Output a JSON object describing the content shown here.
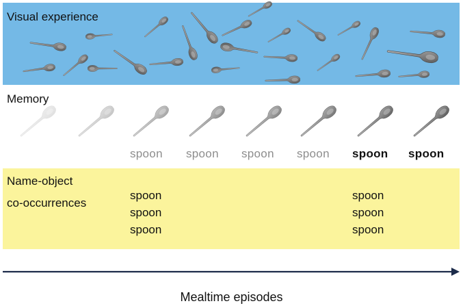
{
  "sections": {
    "visual_experience": "Visual experience",
    "memory": "Memory",
    "name_object_line1": "Name-object",
    "name_object_line2": "co-occurrences"
  },
  "memory_words": [
    "spoon",
    "spoon",
    "spoon",
    "spoon",
    "spoon",
    "spoon"
  ],
  "cooccurrence_groups": [
    [
      "spoon",
      "spoon",
      "spoon"
    ],
    [
      "spoon",
      "spoon",
      "spoon"
    ]
  ],
  "axis_label": "Mealtime episodes",
  "colors": {
    "visual_band": "#74b9e6",
    "names_band": "#fbf49c",
    "arrow": "#1c2b4a",
    "faded_text": "#8d8d8d"
  },
  "icons": {
    "spoon": "spoon-icon"
  }
}
